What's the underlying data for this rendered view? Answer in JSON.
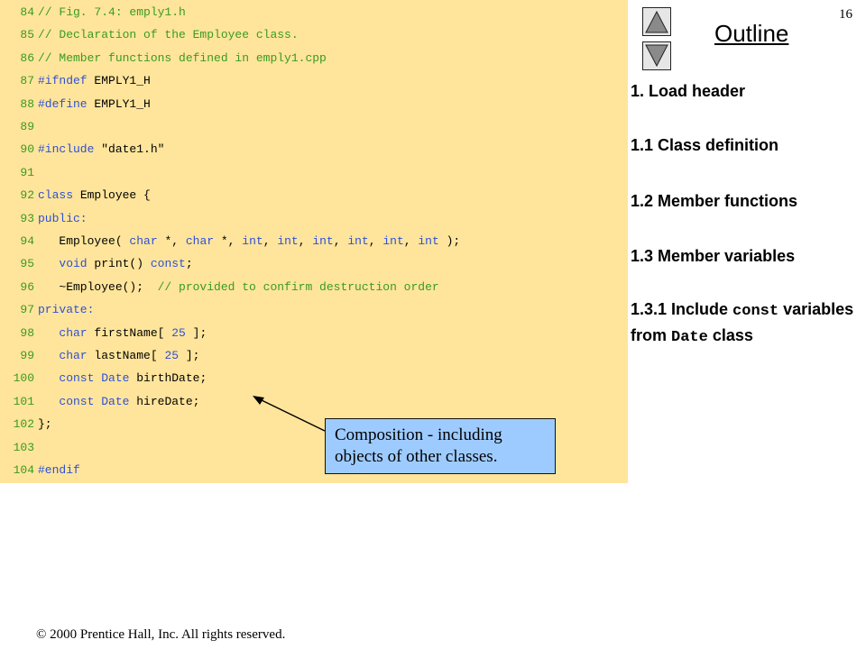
{
  "page_number": "16",
  "outline": {
    "title": "Outline",
    "items": [
      {
        "text": "1. Load header"
      },
      {
        "text": "1.1 Class definition"
      },
      {
        "text": "1.2 Member functions"
      },
      {
        "text": "1.3 Member variables"
      },
      {
        "text_before": "1.3.1 Include ",
        "code1": "const",
        "text_middle": " variables from ",
        "code2": "Date",
        "text_after": " class"
      }
    ]
  },
  "nav": {
    "up_icon": "triangle-up-icon",
    "down_icon": "triangle-down-icon"
  },
  "callout": {
    "text": "Composition - including objects of other classes."
  },
  "footer": {
    "copyright": "© 2000 Prentice Hall, Inc.  All rights reserved."
  },
  "colors": {
    "code_background": "#ffe59b",
    "comment": "#3a9a20",
    "keyword": "#2f4fd6",
    "callout_fill": "#9ecbff"
  },
  "code": [
    {
      "num": "84",
      "tokens": [
        {
          "t": "// Fig. 7.4: emply1.h",
          "c": "comment"
        }
      ]
    },
    {
      "num": "85",
      "tokens": [
        {
          "t": "// Declaration of the Employee class.",
          "c": "comment"
        }
      ]
    },
    {
      "num": "86",
      "tokens": [
        {
          "t": "// Member functions defined in emply1.cpp",
          "c": "comment"
        }
      ]
    },
    {
      "num": "87",
      "tokens": [
        {
          "t": "#ifndef",
          "c": "keyword"
        },
        {
          "t": " EMPLY1_H",
          "c": "plain"
        }
      ]
    },
    {
      "num": "88",
      "tokens": [
        {
          "t": "#define",
          "c": "keyword"
        },
        {
          "t": " EMPLY1_H",
          "c": "plain"
        }
      ]
    },
    {
      "num": "89",
      "tokens": []
    },
    {
      "num": "90",
      "tokens": [
        {
          "t": "#include",
          "c": "keyword"
        },
        {
          "t": " \"date1.h\"",
          "c": "plain"
        }
      ]
    },
    {
      "num": "91",
      "tokens": []
    },
    {
      "num": "92",
      "tokens": [
        {
          "t": "class",
          "c": "keyword"
        },
        {
          "t": " Employee {",
          "c": "plain"
        }
      ]
    },
    {
      "num": "93",
      "tokens": [
        {
          "t": "public:",
          "c": "keyword"
        }
      ]
    },
    {
      "num": "94",
      "tokens": [
        {
          "t": "   Employee( ",
          "c": "plain"
        },
        {
          "t": "char",
          "c": "keyword"
        },
        {
          "t": " *, ",
          "c": "plain"
        },
        {
          "t": "char",
          "c": "keyword"
        },
        {
          "t": " *, ",
          "c": "plain"
        },
        {
          "t": "int",
          "c": "keyword"
        },
        {
          "t": ", ",
          "c": "plain"
        },
        {
          "t": "int",
          "c": "keyword"
        },
        {
          "t": ", ",
          "c": "plain"
        },
        {
          "t": "int",
          "c": "keyword"
        },
        {
          "t": ", ",
          "c": "plain"
        },
        {
          "t": "int",
          "c": "keyword"
        },
        {
          "t": ", ",
          "c": "plain"
        },
        {
          "t": "int",
          "c": "keyword"
        },
        {
          "t": ", ",
          "c": "plain"
        },
        {
          "t": "int",
          "c": "keyword"
        },
        {
          "t": " );",
          "c": "plain"
        }
      ]
    },
    {
      "num": "95",
      "tokens": [
        {
          "t": "   ",
          "c": "plain"
        },
        {
          "t": "void",
          "c": "keyword"
        },
        {
          "t": " print() ",
          "c": "plain"
        },
        {
          "t": "const",
          "c": "keyword"
        },
        {
          "t": ";",
          "c": "plain"
        }
      ]
    },
    {
      "num": "96",
      "tokens": [
        {
          "t": "   ~Employee();  ",
          "c": "plain"
        },
        {
          "t": "// provided to confirm destruction order",
          "c": "comment"
        }
      ]
    },
    {
      "num": "97",
      "tokens": [
        {
          "t": "private:",
          "c": "keyword"
        }
      ]
    },
    {
      "num": "98",
      "tokens": [
        {
          "t": "   ",
          "c": "plain"
        },
        {
          "t": "char",
          "c": "keyword"
        },
        {
          "t": " firstName[ ",
          "c": "plain"
        },
        {
          "t": "25",
          "c": "number"
        },
        {
          "t": " ];",
          "c": "plain"
        }
      ]
    },
    {
      "num": "99",
      "tokens": [
        {
          "t": "   ",
          "c": "plain"
        },
        {
          "t": "char",
          "c": "keyword"
        },
        {
          "t": " lastName[ ",
          "c": "plain"
        },
        {
          "t": "25",
          "c": "number"
        },
        {
          "t": " ];",
          "c": "plain"
        }
      ]
    },
    {
      "num": "100",
      "tokens": [
        {
          "t": "   ",
          "c": "plain"
        },
        {
          "t": "const",
          "c": "keyword"
        },
        {
          "t": " ",
          "c": "plain"
        },
        {
          "t": "Date",
          "c": "keyword"
        },
        {
          "t": " birthDate;",
          "c": "plain"
        }
      ]
    },
    {
      "num": "101",
      "tokens": [
        {
          "t": "   ",
          "c": "plain"
        },
        {
          "t": "const",
          "c": "keyword"
        },
        {
          "t": " ",
          "c": "plain"
        },
        {
          "t": "Date",
          "c": "keyword"
        },
        {
          "t": " hireDate;",
          "c": "plain"
        }
      ]
    },
    {
      "num": "102",
      "tokens": [
        {
          "t": "};",
          "c": "plain"
        }
      ]
    },
    {
      "num": "103",
      "tokens": []
    },
    {
      "num": "104",
      "tokens": [
        {
          "t": "#endif",
          "c": "keyword"
        }
      ]
    }
  ]
}
